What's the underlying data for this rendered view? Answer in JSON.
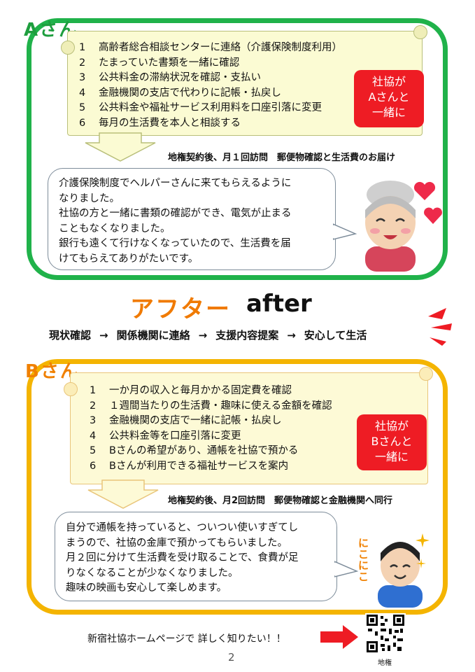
{
  "section_a": {
    "title": "Aさん",
    "items": [
      {
        "num": "1",
        "text": "高齢者総合相談センターに連絡（介護保険制度利用）"
      },
      {
        "num": "2",
        "text": "たまっていた書類を一緒に確認"
      },
      {
        "num": "3",
        "text": "公共料金の滞納状況を確認・支払い"
      },
      {
        "num": "4",
        "text": "金融機関の支店で代わりに記帳・払戻し"
      },
      {
        "num": "5",
        "text": "公共料金や福祉サービス利用料を口座引落に変更"
      },
      {
        "num": "6",
        "text": "毎月の生活費を本人と相談する"
      }
    ],
    "badge_lines": [
      "社協が",
      "Aさんと",
      "一緒に"
    ],
    "note": "地権契約後、月１回訪問　郵便物確認と生活費のお届け",
    "comment_lines": [
      "介護保険制度でヘルパーさんに来てもらえるように",
      "なりました。",
      "社協の方と一緒に書類の確認ができ、電気が止まる",
      "こともなくなりました。",
      "銀行も遠くて行けなくなっていたので、生活費を届",
      "けてもらえてありがたいです。"
    ]
  },
  "after": {
    "label_ja": "アフター",
    "label_en": "after",
    "flow": [
      "現状確認",
      "関係機関に連絡",
      "支援内容提案",
      "安心して生活"
    ],
    "arrow": "→"
  },
  "section_b": {
    "title": "Bさん",
    "items": [
      {
        "num": "1",
        "text": "一か月の収入と毎月かかる固定費を確認"
      },
      {
        "num": "2",
        "text": "１週間当たりの生活費・趣味に使える金額を確認"
      },
      {
        "num": "3",
        "text": "金融機関の支店で一緒に記帳・払戻し"
      },
      {
        "num": "4",
        "text": "公共料金等を口座引落に変更"
      },
      {
        "num": "5",
        "text": "Bさんの希望があり、通帳を社協で預かる"
      },
      {
        "num": "6",
        "text": "Bさんが利用できる福祉サービスを案内"
      }
    ],
    "badge_lines": [
      "社協が",
      "Bさんと",
      "一緒に"
    ],
    "note": "地権契約後、月2回訪問　郵便物確認と金融機関へ同行",
    "comment_lines": [
      "自分で通帳を持っていると、ついつい使いすぎてし",
      "まうので、社協の金庫で預かってもらいました。",
      "月２回に分けて生活費を受け取ることで、食費が足",
      "りなくなることが少なくなりました。",
      "趣味の映画も安心して楽しめます。"
    ],
    "deco_text": "にこにこ"
  },
  "footer": {
    "text": "新宿社協ホームページで 詳しく知りたい！！",
    "page_number": "2",
    "qr_label": "地権"
  },
  "colors": {
    "green": "#20b24a",
    "yellow": "#f4b400",
    "orange": "#f07a00",
    "red": "#ee1c24"
  },
  "icons": [
    "down-arrow-icon",
    "elderly-woman-icon",
    "heart-icon",
    "smiling-man-icon",
    "red-arrow-icon",
    "qr-code-icon",
    "sparkle-icon"
  ]
}
